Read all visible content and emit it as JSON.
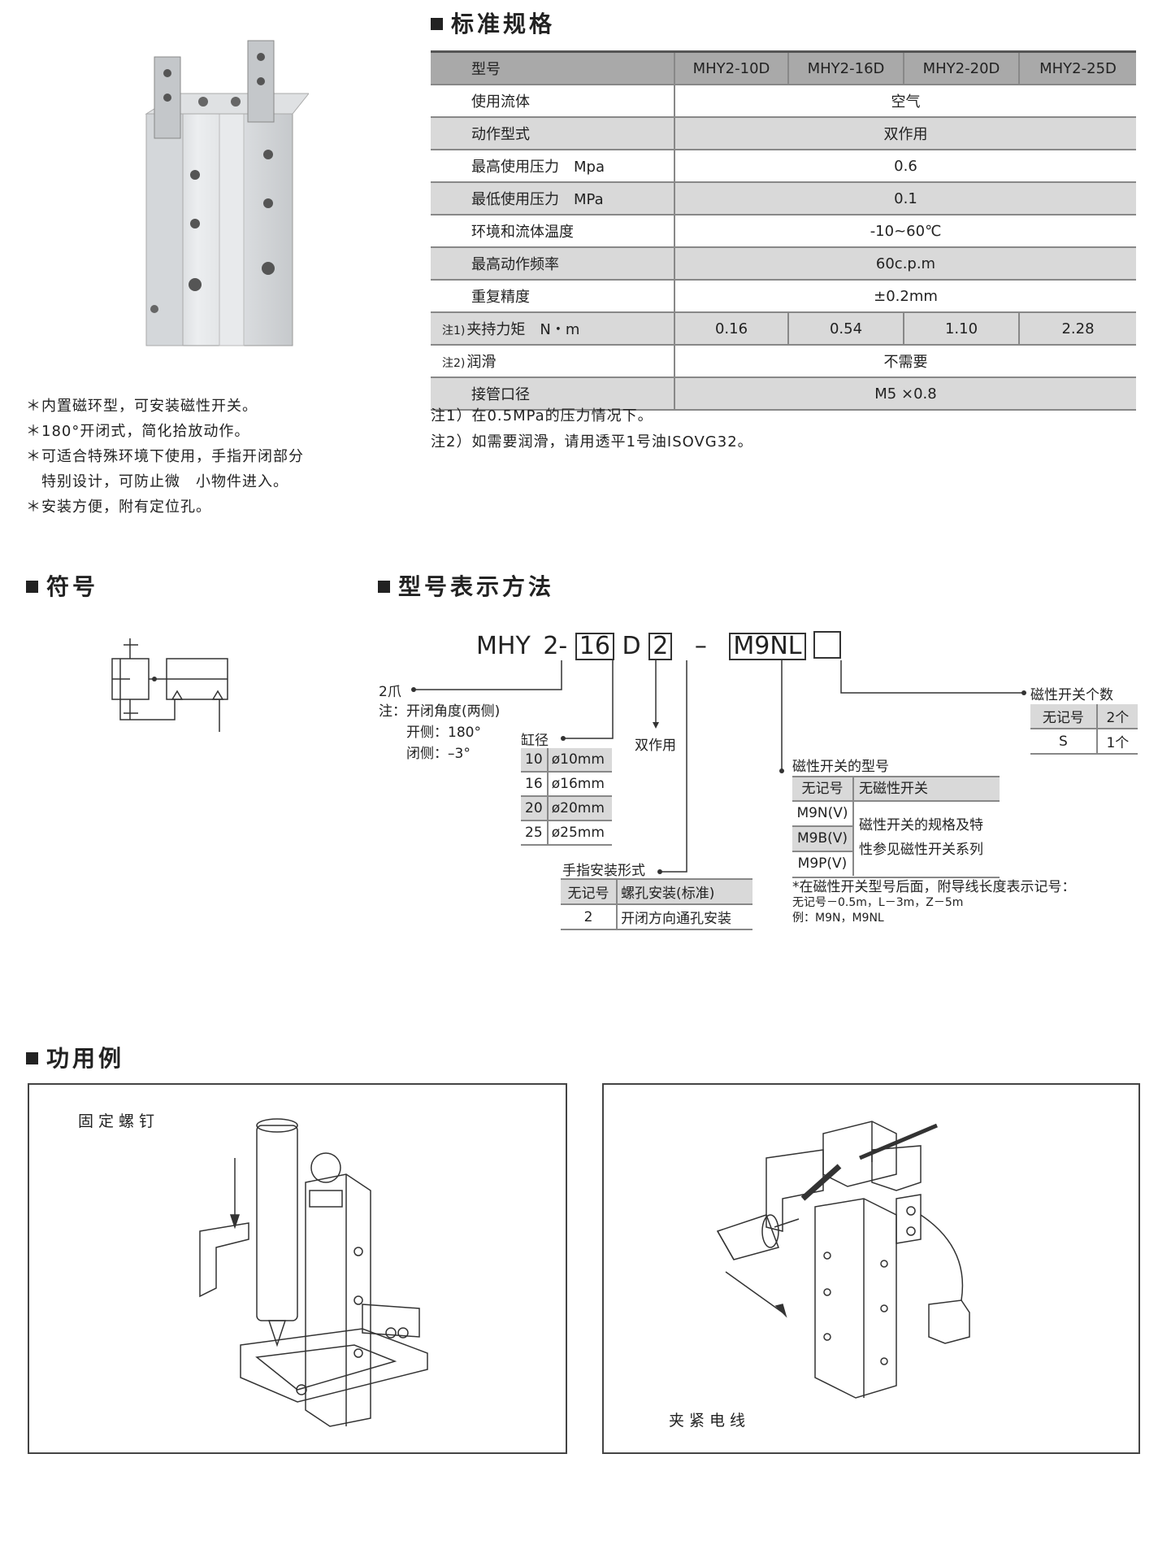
{
  "sections": {
    "spec_title": "标准规格",
    "symbol_title": "符号",
    "model_title": "型号表示方法",
    "example_title": "功用例"
  },
  "spec_table": {
    "header": [
      "型号",
      "MHY2-10D",
      "MHY2-16D",
      "MHY2-20D",
      "MHY2-25D"
    ],
    "rows_span": [
      {
        "label": "使用流体",
        "value": "空气"
      },
      {
        "label": "动作型式",
        "value": "双作用"
      },
      {
        "label": "最高使用压力　Mpa",
        "value": "0.6"
      },
      {
        "label": "最低使用压力　MPa",
        "value": "0.1"
      },
      {
        "label": "环境和流体温度",
        "value": "-10~60℃"
      },
      {
        "label": "最高动作频率",
        "value": "60c.p.m"
      },
      {
        "label": "重复精度",
        "value": "±0.2mm"
      }
    ],
    "torque": {
      "note": "注1)",
      "label": "夹持力矩　N・m",
      "values": [
        "0.16",
        "0.54",
        "1.10",
        "2.28"
      ]
    },
    "lube": {
      "note": "注2)",
      "label": "润滑",
      "value": "不需要"
    },
    "port": {
      "label": "接管口径",
      "value": "M5 ×0.8"
    }
  },
  "spec_notes": [
    "注1）在0.5MPa的压力情况下。",
    "注2）如需要润滑，请用透平1号油ISOVG32。"
  ],
  "features": [
    "＊内置磁环型，可安装磁性开关。",
    "＊180°开闭式，简化拾放动作。",
    "＊可适合特殊环境下使用，手指开闭部分",
    "　特别设计，可防止微　小物件进入。",
    "＊安装方便，附有定位孔。"
  ],
  "model": {
    "prefix": "MHY",
    "claws": "2",
    "dash1": "-",
    "bore": "16",
    "action": "D",
    "mount": "2",
    "dash2": "–",
    "switch": "M9NL",
    "claw_label": "2爪",
    "angle_note": "注：开闭角度(两侧)",
    "open_side": "开侧：180°",
    "close_side": "闭侧：–3°",
    "bore_label": "缸径",
    "bore_table": [
      [
        "10",
        "ø10mm"
      ],
      [
        "16",
        "ø16mm"
      ],
      [
        "20",
        "ø20mm"
      ],
      [
        "25",
        "ø25mm"
      ]
    ],
    "action_label": "双作用",
    "mount_label": "手指安装形式",
    "mount_table": [
      [
        "无记号",
        "螺孔安装(标准)"
      ],
      [
        "2",
        "开闭方向通孔安装"
      ]
    ],
    "switch_label": "磁性开关的型号",
    "switch_none": [
      "无记号",
      "无磁性开关"
    ],
    "switch_models": [
      "M9N(V)",
      "M9B(V)",
      "M9P(V)"
    ],
    "switch_desc_1": "磁性开关的规格及特",
    "switch_desc_2": "性参见磁性开关系列",
    "switch_note_1": "*在磁性开关型号后面，附导线长度表示记号：",
    "switch_note_2": "无记号－0.5m，L－3m，Z－5m",
    "switch_note_3": "例：M9N，M9NL",
    "count_label": "磁性开关个数",
    "count_table": [
      [
        "无记号",
        "2个"
      ],
      [
        "S",
        "1个"
      ]
    ]
  },
  "examples": {
    "left_label": "固定螺钉",
    "right_label": "夹紧电线"
  }
}
